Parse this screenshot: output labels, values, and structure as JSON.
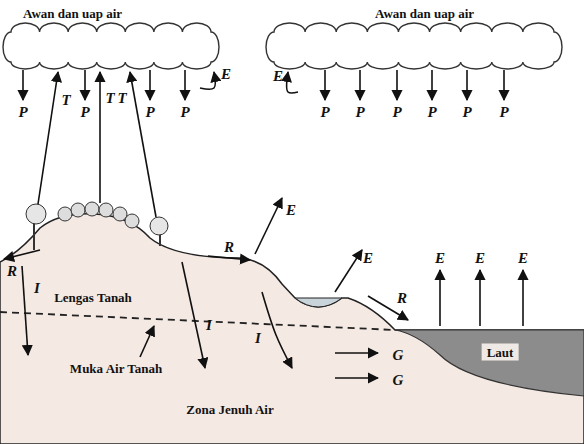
{
  "diagram": {
    "nodes": [
      {
        "text": [
          "Awan dan uap air"
        ]
      },
      {
        "text": [
          "Awan dan uap air"
        ]
      },
      {
        "text": [
          "Laut"
        ]
      }
    ],
    "labels": [
      "T",
      "T",
      "T",
      "E",
      "E",
      "P",
      "P",
      "P",
      "P",
      "P",
      "P",
      "P",
      "P",
      "P",
      "P",
      "E",
      "E",
      "R",
      "R",
      "I",
      "Lengas Tanah",
      "E",
      "E",
      "E",
      "R",
      "I",
      "I",
      "G",
      "G",
      "Muka Air Tanah",
      "Zona Jenuh Air"
    ]
  }
}
